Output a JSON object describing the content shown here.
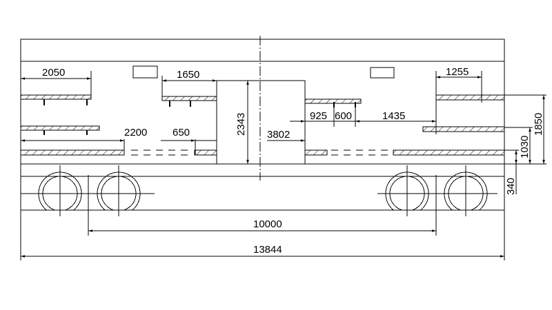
{
  "drawing": {
    "colors": {
      "line": "#000000",
      "background": "#ffffff"
    },
    "dimensions": {
      "d2050": "2050",
      "d1650": "1650",
      "d2343": "2343",
      "d3802": "3802",
      "d2200": "2200",
      "d650": "650",
      "d925": "925",
      "d600": "600",
      "d1435": "1435",
      "d1255": "1255",
      "d1850": "1850",
      "d1030": "1030",
      "d340": "340",
      "d10000": "10000",
      "d13844": "13844"
    }
  }
}
